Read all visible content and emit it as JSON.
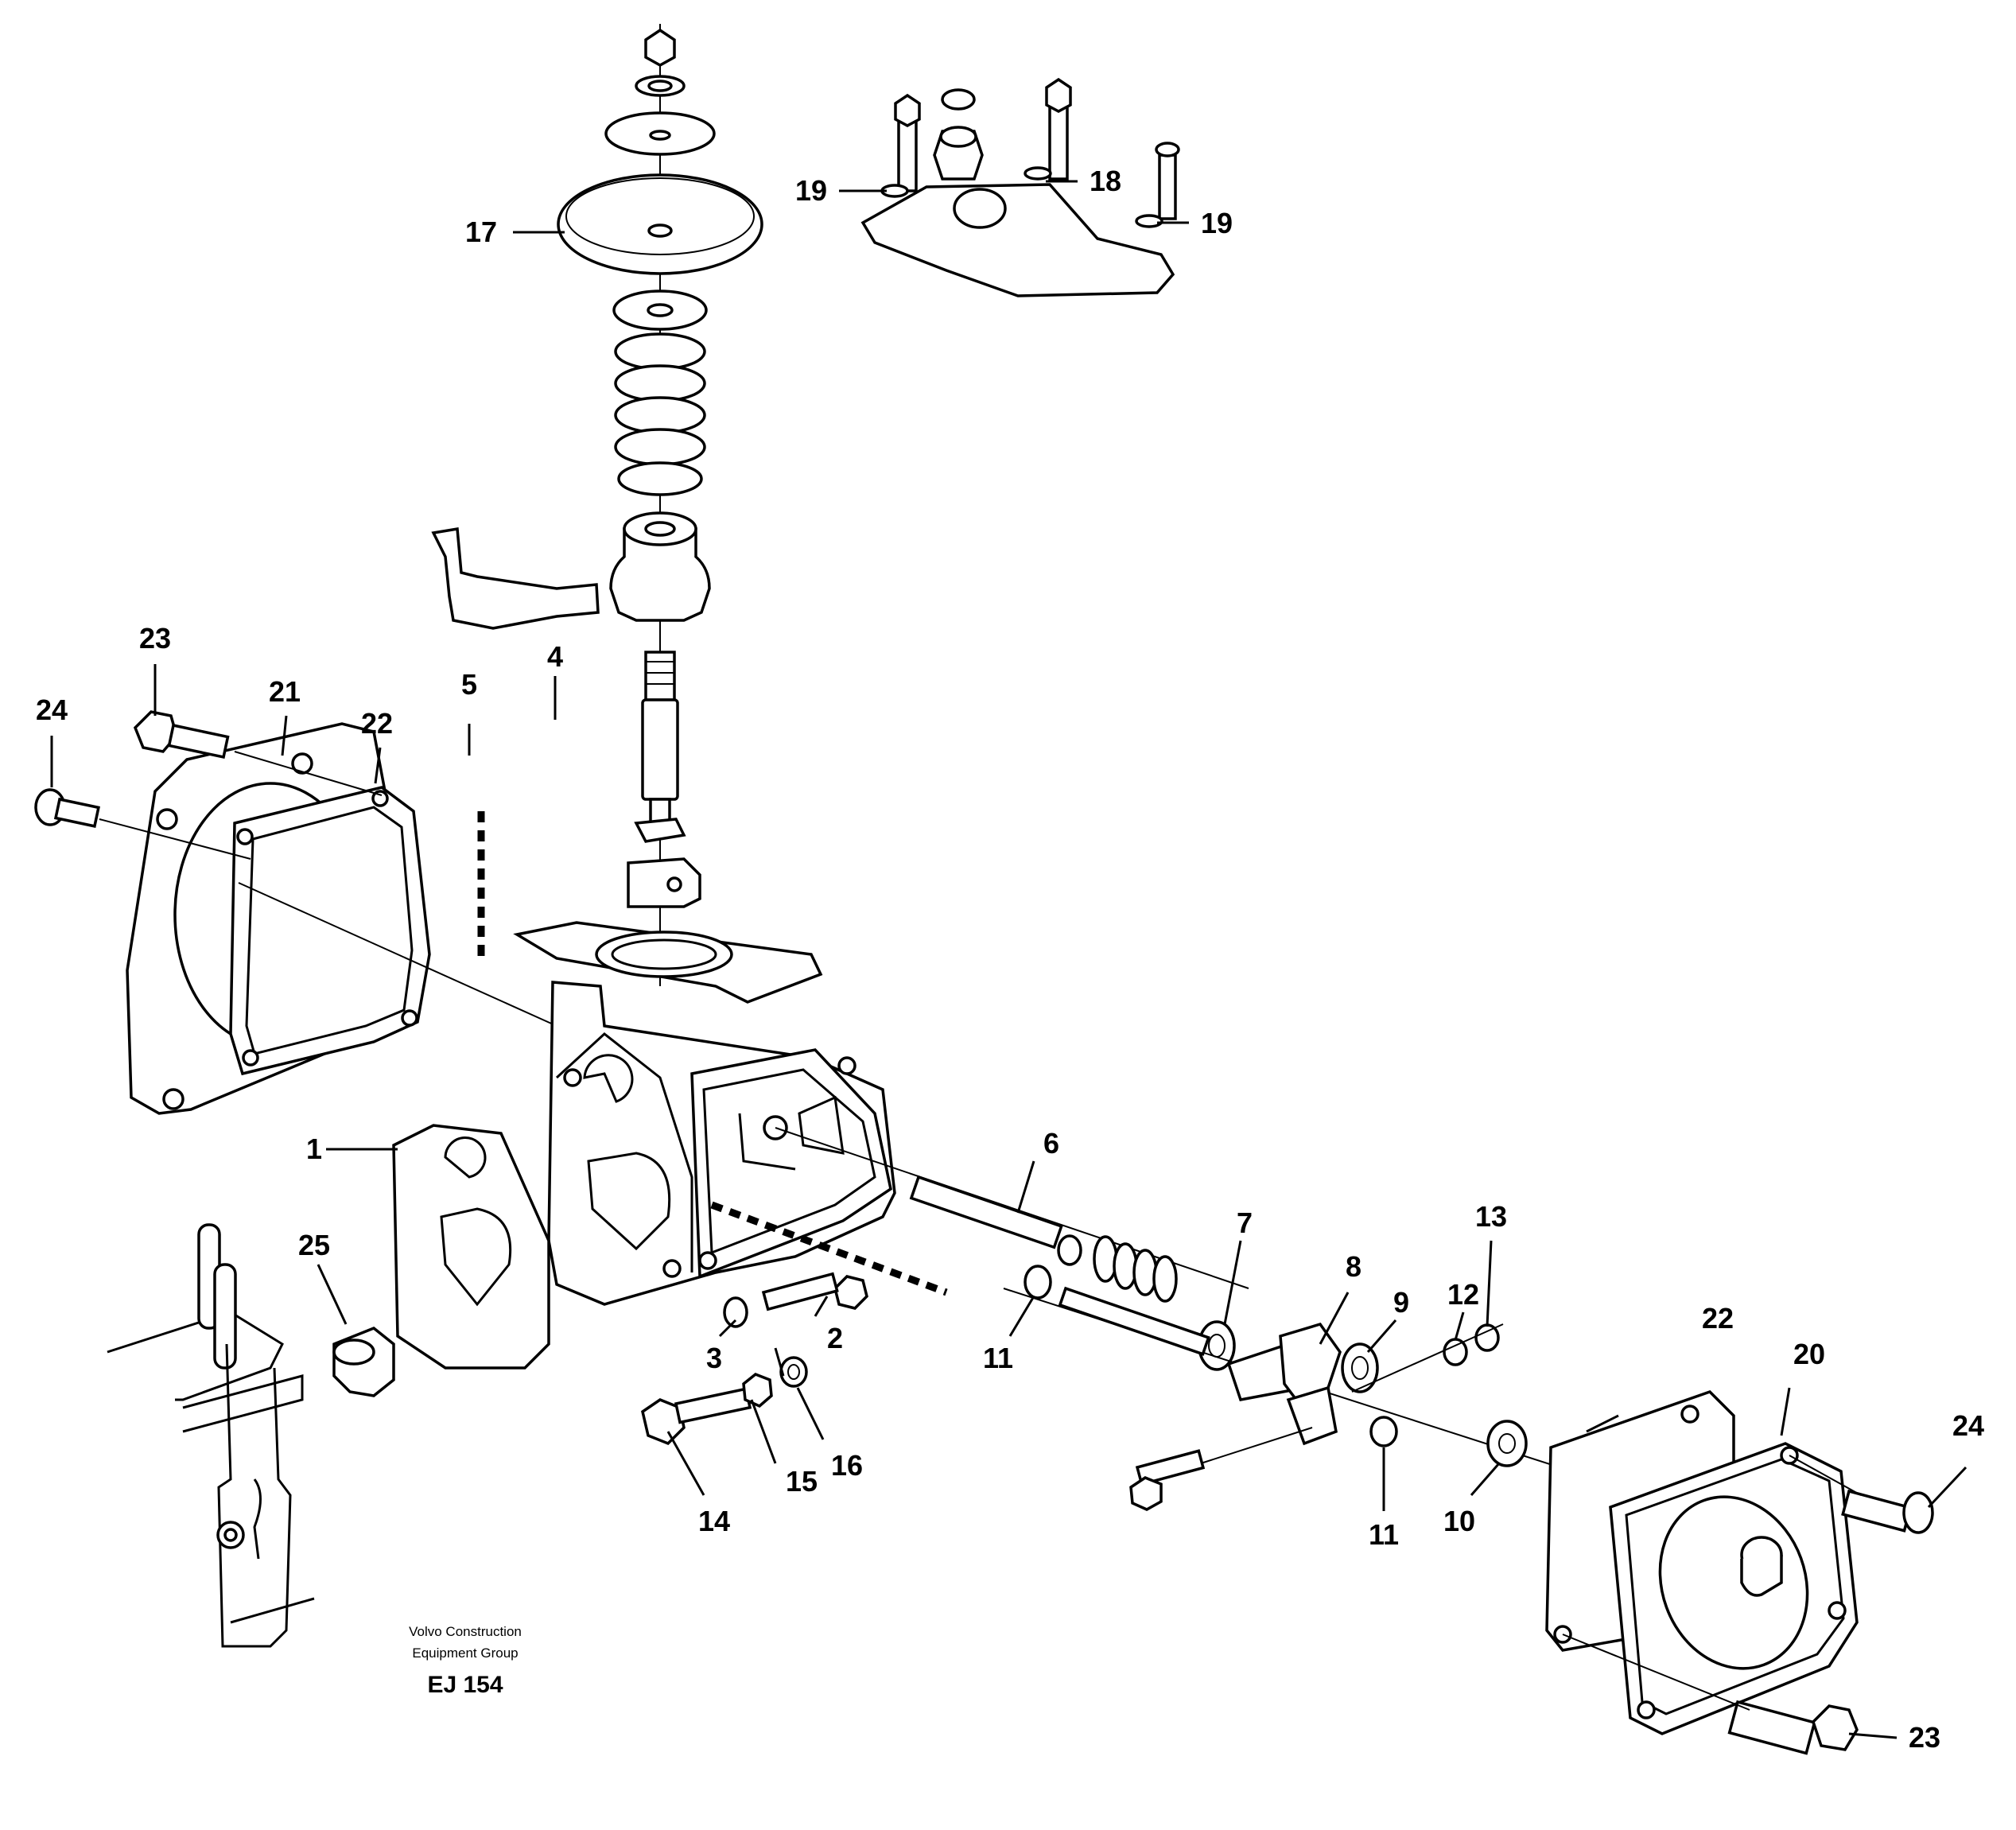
{
  "callouts": {
    "c1": "1",
    "c2": "2",
    "c3": "3",
    "c4": "4",
    "c5": "5",
    "c6": "6",
    "c7": "7",
    "c8": "8",
    "c9": "9",
    "c10": "10",
    "c11a": "11",
    "c11b": "11",
    "c12": "12",
    "c13": "13",
    "c14": "14",
    "c15": "15",
    "c16": "16",
    "c17": "17",
    "c18": "18",
    "c19a": "19",
    "c19b": "19",
    "c20": "20",
    "c21": "21",
    "c22a": "22",
    "c22b": "22",
    "c23a": "23",
    "c23b": "23",
    "c24a": "24",
    "c24b": "24",
    "c25": "25"
  },
  "credit": {
    "line1": "Volvo Construction",
    "line2": "Equipment Group",
    "code": "EJ 154"
  }
}
